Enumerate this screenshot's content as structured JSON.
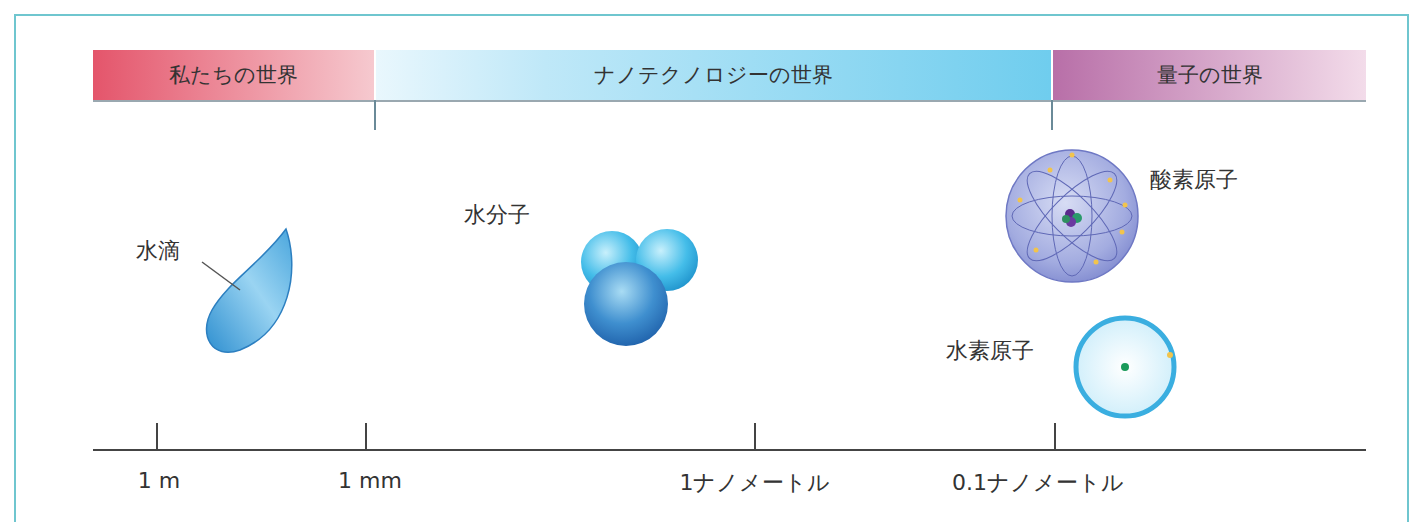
{
  "diagram": {
    "nodes": [
      {
        "text": [
          "私たちの世界"
        ]
      },
      {
        "text": [
          "ナノテクノロジーの世界"
        ]
      },
      {
        "text": [
          "量子の世界"
        ]
      }
    ],
    "labels": [
      "水滴",
      "水分子",
      "酸素原子",
      "水素原子",
      "1 m",
      "1 mm",
      "1ナノメートル",
      "0.1ナノメートル"
    ]
  }
}
